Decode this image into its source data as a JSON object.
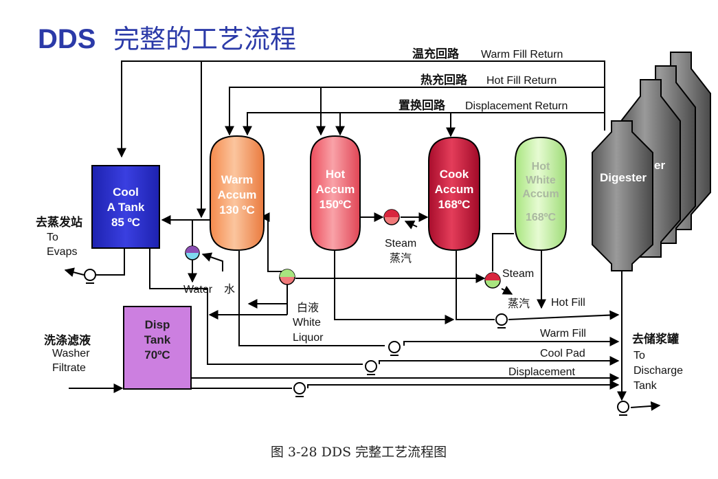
{
  "title": {
    "latin": "DDS",
    "cjk": "完整的工艺流程"
  },
  "caption": "图 3-28   DDS 完整工艺流程图",
  "returns": {
    "warm_fill_cn": "温充回路",
    "warm_fill_en": "Warm Fill Return",
    "hot_fill_cn": "热充回路",
    "hot_fill_en": "Hot Fill Return",
    "displacement_cn": "置换回路",
    "displacement_en": "Displacement Return"
  },
  "vessels": {
    "cool_tank": {
      "l1": "Cool",
      "l2": "A Tank",
      "l3": "85 ºC"
    },
    "warm_accum": {
      "l1": "Warm",
      "l2": "Accum",
      "l3": "130 ºC"
    },
    "hot_accum": {
      "l1": "Hot",
      "l2": "Accum",
      "l3": "150ºC"
    },
    "cook_accum": {
      "l1": "Cook",
      "l2": "Accum",
      "l3": "168ºC"
    },
    "hot_white_accum": {
      "l1": "Hot",
      "l2": "White",
      "l3": "Accum",
      "l4": "168ºC"
    },
    "disp_tank": {
      "l1": "Disp",
      "l2": "Tank",
      "l3": "70ºC"
    },
    "digester": {
      "label": "Digester",
      "back1": "er",
      "back2": "er",
      "back3": "r"
    }
  },
  "labels": {
    "evaps_cn": "去蒸发站",
    "evaps_en1": "To",
    "evaps_en2": "Evaps",
    "water_en": "Water",
    "water_cn": "水",
    "steam1_en": "Steam",
    "steam1_cn": "蒸汽",
    "steam2_en": "Steam",
    "steam2_cn": "蒸汽",
    "white_liquor_cn": "白液",
    "white_liquor_en1": "White",
    "white_liquor_en2": "Liquor",
    "washer_cn": "洗涤滤液",
    "washer_en1": "Washer",
    "washer_en2": "Filtrate",
    "hot_fill": "Hot Fill",
    "warm_fill": "Warm Fill",
    "cool_pad": "Cool Pad",
    "displacement": "Displacement",
    "discharge_cn": "去储浆罐",
    "discharge_en1": "To",
    "discharge_en2": "Discharge",
    "discharge_en3": "Tank"
  },
  "colors": {
    "title": "#2b3aa8",
    "cool_tank": "#2a2ec9",
    "warm_accum": "#f7a06a",
    "hot_accum": "#f26b76",
    "cook_accum": "#c8153a",
    "hot_white_accum": "#c9f0a8",
    "disp_tank": "#cc7fe0",
    "digester": "#6e6e6e"
  }
}
